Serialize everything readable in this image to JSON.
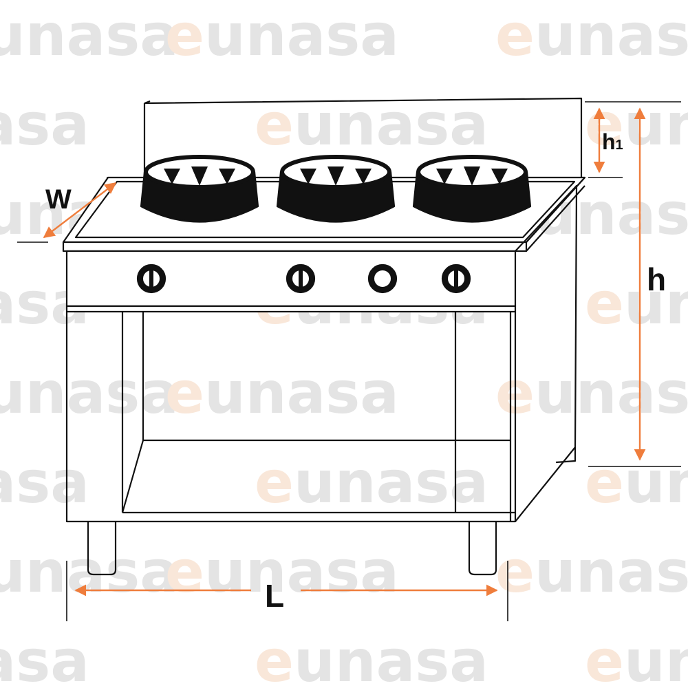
{
  "watermark": {
    "prefix": "e",
    "text": "unasa"
  },
  "dimensions": {
    "width_label": "W",
    "height_label": "h",
    "height1_label": "h",
    "height1_subscript": "1",
    "length_label": "L"
  },
  "colors": {
    "line": "#111111",
    "arrow": "#ef7d3c",
    "watermark_grey": "#e4e4e4",
    "watermark_peach": "#f9e7d9"
  }
}
